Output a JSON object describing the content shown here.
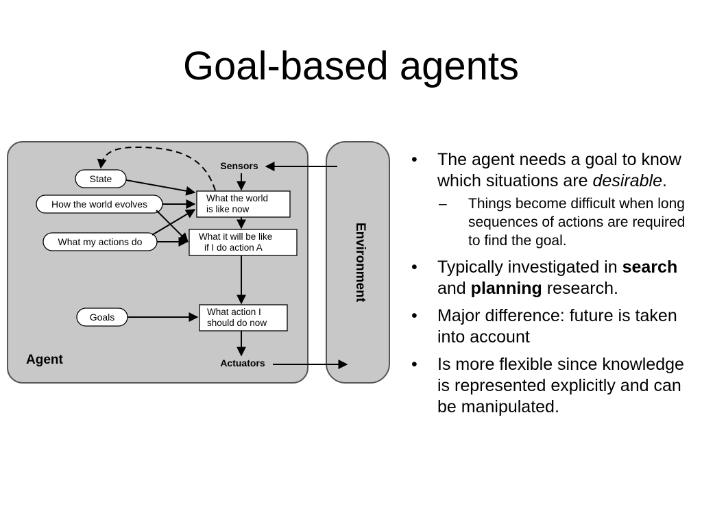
{
  "slide": {
    "title": "Goal-based agents"
  },
  "diagram": {
    "agent_label": "Agent",
    "environment_label": "Environment",
    "sensors_label": "Sensors",
    "actuators_label": "Actuators",
    "state_label": "State",
    "world_evolves_label": "How the world evolves",
    "actions_do_label": "What my actions do",
    "goals_label": "Goals",
    "world_now_line1": "What the world",
    "world_now_line2": "is like now",
    "will_be_line1": "What it will be like",
    "will_be_line2": "if I do action A",
    "action_now_line1": "What action I",
    "action_now_line2": "should do now"
  },
  "bullets": {
    "b1_marker": "•",
    "b1_part1": "The agent needs a goal to know which situations are ",
    "b1_em": "desirable",
    "b1_part2": ".",
    "sub1_marker": "–",
    "sub1_text": "Things become difficult when long sequences of actions are required to find the goal.",
    "b2_marker": "•",
    "b2_part1": "Typically investigated in ",
    "b2_bold1": "search",
    "b2_part2": " and ",
    "b2_bold2": "planning",
    "b2_part3": " research.",
    "b3_marker": "•",
    "b3_text": "Major difference: future is taken into account",
    "b4_marker": "•",
    "b4_text": "Is more flexible since knowledge is represented explicitly and can be manipulated."
  },
  "colors": {
    "panel_fill": "#c8c8c8",
    "panel_stroke": "#555555",
    "box_fill": "#ffffff",
    "line": "#000000"
  }
}
